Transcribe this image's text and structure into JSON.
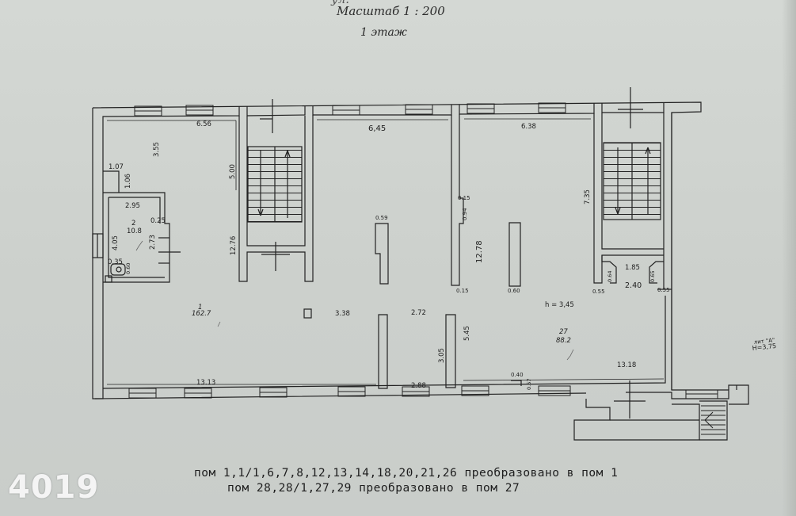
{
  "header": {
    "top_cut": "ул.",
    "scale": "Масштаб  1 : 200",
    "floor": "1 этаж"
  },
  "dimensions": {
    "d656": "6.56",
    "d355": "3.55",
    "d107": "1.07",
    "d106": "1.06",
    "d295": "2.95",
    "room2_no": "2",
    "room2_area": "10.8",
    "d025": "0.25",
    "d405": "4.05",
    "d273": "2.73",
    "d035": "0.35",
    "d060a": "0.60",
    "d500": "5.00",
    "d1276": "12.76",
    "d645": "6,45",
    "d059": "0.59",
    "d015a": "0.15",
    "d094": "0.94",
    "d015b": "0.15",
    "d1278": "12.78",
    "d060b": "0.60",
    "d638": "6.38",
    "d735": "7.35",
    "d185": "1.85",
    "d064": "0.64",
    "d065": "0.65",
    "d240": "2.40",
    "d055a": "0.55",
    "d055b": "0.55",
    "height": "h = 3,45",
    "room1_no": "1",
    "room1_area": "162.7",
    "d338": "3.38",
    "d272": "2.72",
    "d545": "5.45",
    "d305": "3.05",
    "room27_no": "27",
    "room27_area": "88.2",
    "d1318": "13.18",
    "d040": "0.40",
    "d057": "0.57",
    "d1313": "13.13",
    "d288": "2.88",
    "lit_label": "лит \"А\"",
    "lit_h": "Н=3,75"
  },
  "notes": [
    "пом 1,1/1,6,7,8,12,13,14,18,20,21,26 преобразовано в пом 1",
    "пом 28,28/1,27,29 преобразовано в пом 27"
  ],
  "stamp": "4019"
}
